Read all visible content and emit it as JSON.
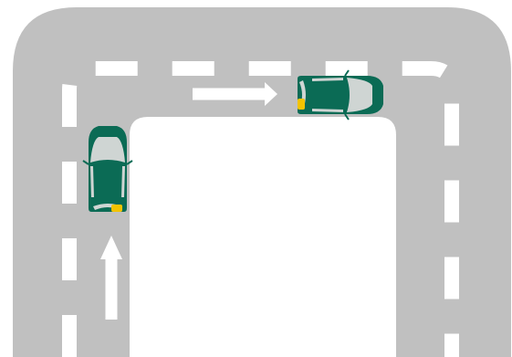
{
  "colors": {
    "background": "#ffffff",
    "road": "#c0c0c0",
    "lane_marking": "#ffffff",
    "direction_arrow": "#ffffff",
    "car_body": "#0b6b55",
    "car_window": "#cfd5d3",
    "car_light": "#f2c300"
  },
  "road": {
    "shape": "inverted-U",
    "lane_markings": "dashed-white",
    "lanes_per_direction": 1
  },
  "cars": [
    {
      "id": "car-left",
      "heading": "up",
      "lane": "left-vertical"
    },
    {
      "id": "car-top",
      "heading": "right",
      "lane": "top-horizontal"
    }
  ],
  "arrows": [
    {
      "id": "arrow-up",
      "direction": "up"
    },
    {
      "id": "arrow-right",
      "direction": "right"
    }
  ]
}
